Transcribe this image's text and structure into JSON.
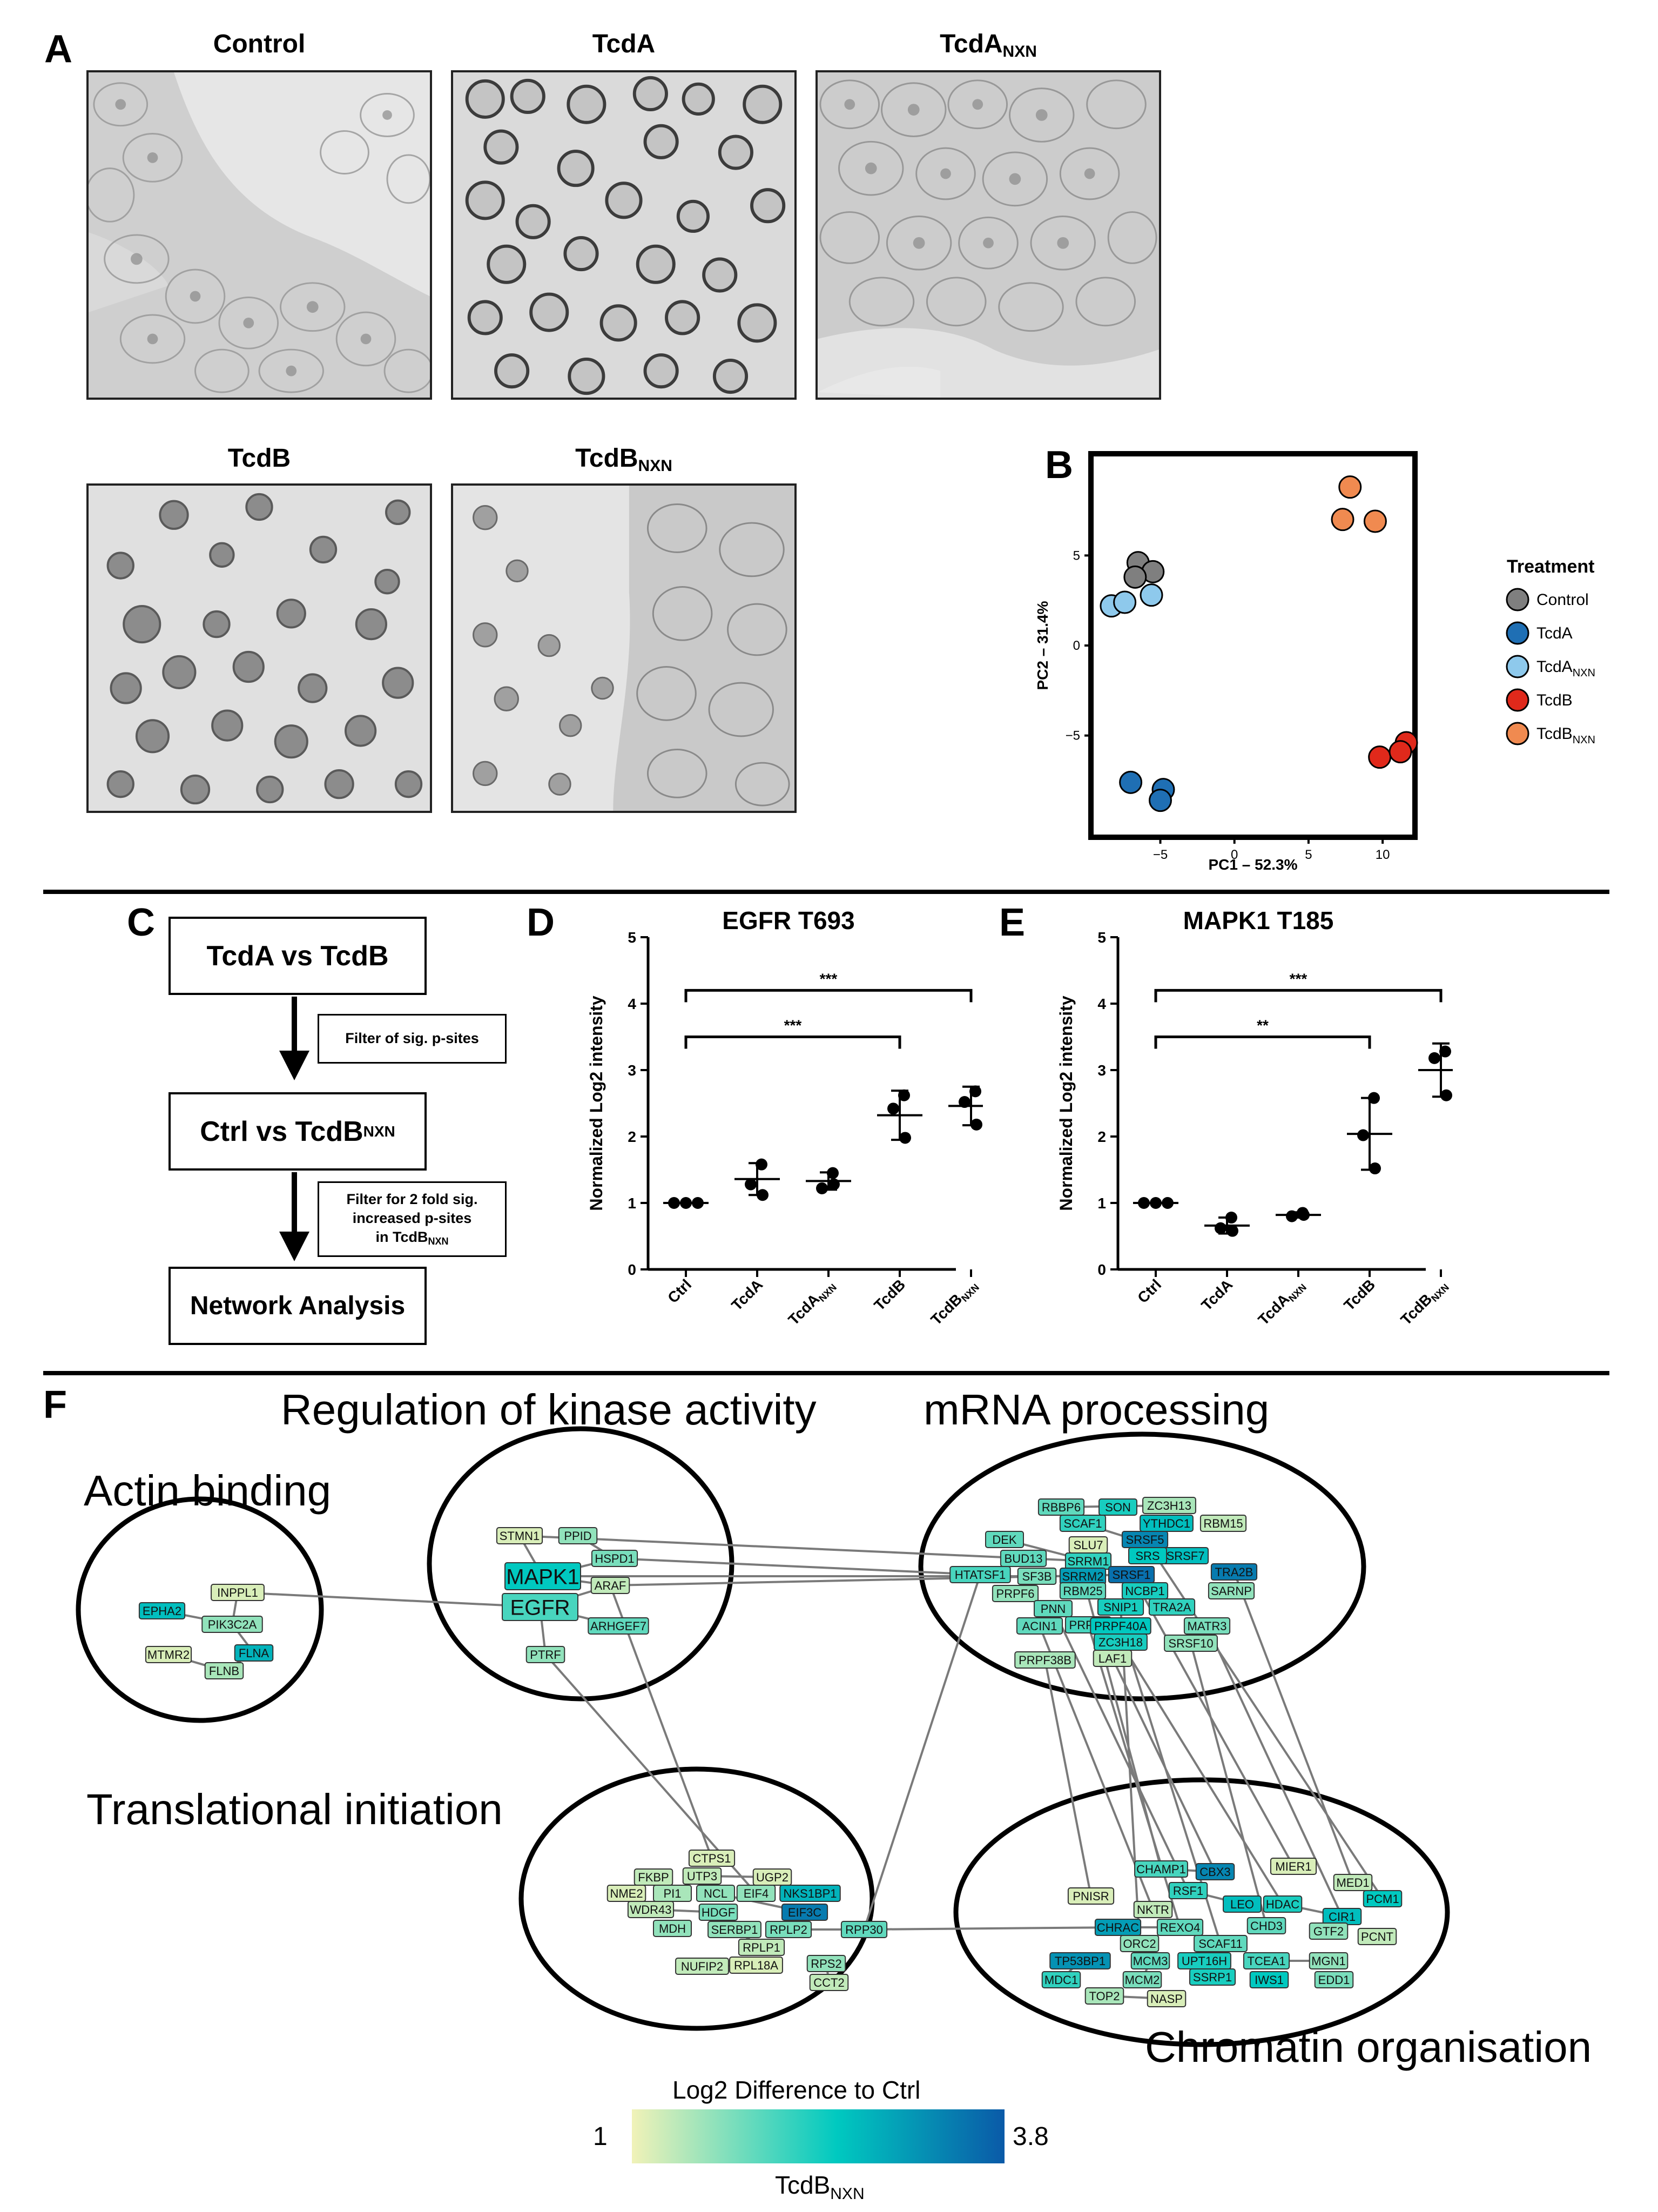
{
  "panel_labels": {
    "a": "A",
    "b": "B",
    "c": "C",
    "d": "D",
    "e": "E",
    "f": "F"
  },
  "micrographs": [
    {
      "id": "control",
      "title": "Control",
      "sub": ""
    },
    {
      "id": "tcda",
      "title": "TcdA",
      "sub": ""
    },
    {
      "id": "tcda_nxn",
      "title": "TcdA",
      "sub": "NXN"
    },
    {
      "id": "tcdb",
      "title": "TcdB",
      "sub": ""
    },
    {
      "id": "tcdb_nxn",
      "title": "TcdB",
      "sub": "NXN"
    }
  ],
  "pca": {
    "xlabel": "PC1 – 52.3%",
    "ylabel": "PC2 – 31.4%",
    "xticks": [
      "−5",
      "0",
      "5",
      "10"
    ],
    "yticks": [
      "5",
      "0",
      "−5"
    ],
    "legend_title": "Treatment",
    "legend": [
      {
        "label": "Control",
        "sub": "",
        "color": "#7f7f7f"
      },
      {
        "label": "TcdA",
        "sub": "",
        "color": "#1f6fb4"
      },
      {
        "label": "TcdA",
        "sub": "NXN",
        "color": "#8ec9ec"
      },
      {
        "label": "TcdB",
        "sub": "",
        "color": "#e0291b"
      },
      {
        "label": "TcdB",
        "sub": "NXN",
        "color": "#f08a50"
      }
    ]
  },
  "flow": {
    "box1": "TcdA vs TcdB",
    "filter1": "Filter of sig. p-sites",
    "box2": "Ctrl vs TcdB",
    "box2_sub": "NXN",
    "filter2_l1": "Filter for 2 fold sig.",
    "filter2_l2": "increased p-sites",
    "filter2_l3": "in TcdB",
    "filter2_sub": "NXN",
    "box3": "Network Analysis"
  },
  "chart_data": [
    {
      "type": "scatter",
      "panel": "D",
      "title": "EGFR T693",
      "ylabel": "Normalized Log2 intensity",
      "ylim": [
        0,
        5
      ],
      "yticks": [
        "0",
        "1",
        "2",
        "3",
        "4",
        "5"
      ],
      "categories": [
        "Ctrl",
        "TcdA",
        "TcdA_NXN",
        "TcdB",
        "TcdB_NXN"
      ],
      "category_labels": [
        {
          "t": "Ctrl",
          "s": ""
        },
        {
          "t": "TcdA",
          "s": ""
        },
        {
          "t": "TcdA",
          "s": "NXN"
        },
        {
          "t": "TcdB",
          "s": ""
        },
        {
          "t": "TcdB",
          "s": "NXN"
        }
      ],
      "points": [
        [
          1.0,
          1.0,
          1.0
        ],
        [
          1.58,
          1.28,
          1.12
        ],
        [
          1.45,
          1.22,
          1.28
        ],
        [
          2.62,
          2.42,
          1.98
        ],
        [
          2.68,
          2.52,
          2.18
        ]
      ],
      "means": [
        1.0,
        1.36,
        1.33,
        2.32,
        2.46
      ],
      "sd": [
        0.0,
        0.24,
        0.13,
        0.37,
        0.29
      ],
      "sig": [
        {
          "from": 0,
          "to": 3,
          "label": "***"
        },
        {
          "from": 0,
          "to": 4,
          "label": "***"
        }
      ]
    },
    {
      "type": "scatter",
      "panel": "E",
      "title": "MAPK1 T185",
      "ylabel": "Normalized Log2 intensity",
      "ylim": [
        0,
        5
      ],
      "yticks": [
        "0",
        "1",
        "2",
        "3",
        "4",
        "5"
      ],
      "categories": [
        "Ctrl",
        "TcdA",
        "TcdA_NXN",
        "TcdB",
        "TcdB_NXN"
      ],
      "category_labels": [
        {
          "t": "Ctrl",
          "s": ""
        },
        {
          "t": "TcdA",
          "s": ""
        },
        {
          "t": "TcdA",
          "s": "NXN"
        },
        {
          "t": "TcdB",
          "s": ""
        },
        {
          "t": "TcdB",
          "s": "NXN"
        }
      ],
      "points": [
        [
          1.0,
          1.0,
          1.0
        ],
        [
          0.78,
          0.62,
          0.58
        ],
        [
          0.85,
          0.8,
          0.82
        ],
        [
          2.58,
          2.02,
          1.52
        ],
        [
          3.28,
          3.18,
          2.62
        ]
      ],
      "means": [
        1.0,
        0.66,
        0.82,
        2.04,
        3.0
      ],
      "sd": [
        0.0,
        0.12,
        0.04,
        0.54,
        0.4
      ],
      "sig": [
        {
          "from": 0,
          "to": 3,
          "label": "**"
        },
        {
          "from": 0,
          "to": 4,
          "label": "***"
        }
      ]
    },
    {
      "type": "scatter",
      "panel": "B",
      "xlabel": "PC1 – 52.3%",
      "ylabel": "PC2 – 31.4%",
      "xlim": [
        -9.5,
        12
      ],
      "ylim": [
        -10.5,
        10.5
      ],
      "series": [
        {
          "name": "Control",
          "color": "#7f7f7f",
          "points": [
            [
              -6.5,
              4.6
            ],
            [
              -5.5,
              4.1
            ],
            [
              -6.7,
              3.8
            ]
          ]
        },
        {
          "name": "TcdA",
          "color": "#1f6fb4",
          "points": [
            [
              -7.0,
              -7.6
            ],
            [
              -4.8,
              -8.0
            ],
            [
              -5.0,
              -8.6
            ]
          ]
        },
        {
          "name": "TcdA_NXN",
          "color": "#8ec9ec",
          "points": [
            [
              -8.3,
              2.2
            ],
            [
              -7.4,
              2.4
            ],
            [
              -5.6,
              2.8
            ]
          ]
        },
        {
          "name": "TcdB",
          "color": "#e0291b",
          "points": [
            [
              9.8,
              -6.2
            ],
            [
              11.6,
              -5.4
            ],
            [
              11.2,
              -5.9
            ]
          ]
        },
        {
          "name": "TcdB_NXN",
          "color": "#f08a50",
          "points": [
            [
              7.8,
              8.8
            ],
            [
              7.3,
              7.0
            ],
            [
              9.5,
              6.9
            ]
          ]
        }
      ]
    }
  ],
  "network": {
    "clusters": [
      {
        "id": "actin",
        "title": "Actin binding"
      },
      {
        "id": "kinase",
        "title": "Regulation of kinase activity"
      },
      {
        "id": "mrna",
        "title": "mRNA processing"
      },
      {
        "id": "transl",
        "title": "Translational initiation"
      },
      {
        "id": "chromatin",
        "title": "Chromatin organisation"
      }
    ],
    "nodes": [
      {
        "label": "INPPL1",
        "c": 0.05
      },
      {
        "label": "EPHA2",
        "c": 0.55
      },
      {
        "label": "PIK3C2A",
        "c": 0.2
      },
      {
        "label": "MTMR2",
        "c": 0.05
      },
      {
        "label": "FLNA",
        "c": 0.6
      },
      {
        "label": "FLNB",
        "c": 0.15
      },
      {
        "label": "STMN1",
        "c": 0.05
      },
      {
        "label": "PPID",
        "c": 0.2
      },
      {
        "label": "HSPD1",
        "c": 0.25
      },
      {
        "label": "MAPK1",
        "c": 0.5
      },
      {
        "label": "ARAF",
        "c": 0.1
      },
      {
        "label": "EGFR",
        "c": 0.35
      },
      {
        "label": "ARHGEF7",
        "c": 0.3
      },
      {
        "label": "PTRF",
        "c": 0.2
      },
      {
        "label": "RBBP6",
        "c": 0.3
      },
      {
        "label": "SON",
        "c": 0.45
      },
      {
        "label": "ZC3H13",
        "c": 0.15
      },
      {
        "label": "SCAF1",
        "c": 0.4
      },
      {
        "label": "YTHDC1",
        "c": 0.55
      },
      {
        "label": "RBM15",
        "c": 0.1
      },
      {
        "label": "DEK",
        "c": 0.3
      },
      {
        "label": "SRSF5",
        "c": 0.8
      },
      {
        "label": "SRSF7",
        "c": 0.55
      },
      {
        "label": "BUD13",
        "c": 0.3
      },
      {
        "label": "SLU7",
        "c": 0.05
      },
      {
        "label": "SRRM1",
        "c": 0.4
      },
      {
        "label": "SRS",
        "c": 0.5
      },
      {
        "label": "HTATSF1",
        "c": 0.35
      },
      {
        "label": "SF3B",
        "c": 0.25
      },
      {
        "label": "SRRM2",
        "c": 0.7
      },
      {
        "label": "SRSF1",
        "c": 0.9
      },
      {
        "label": "TRA2B",
        "c": 0.85
      },
      {
        "label": "PRPF6",
        "c": 0.2
      },
      {
        "label": "RBM25",
        "c": 0.3
      },
      {
        "label": "NCBP1",
        "c": 0.45
      },
      {
        "label": "SARNP",
        "c": 0.2
      },
      {
        "label": "PNN",
        "c": 0.3
      },
      {
        "label": "SNIP1",
        "c": 0.45
      },
      {
        "label": "TRA2A",
        "c": 0.4
      },
      {
        "label": "ACIN1",
        "c": 0.3
      },
      {
        "label": "PRPF4",
        "c": 0.35
      },
      {
        "label": "PRPF40A",
        "c": 0.5
      },
      {
        "label": "MATR3",
        "c": 0.25
      },
      {
        "label": "ZC3H18",
        "c": 0.45
      },
      {
        "label": "SRSF10",
        "c": 0.2
      },
      {
        "label": "PRPF38B",
        "c": 0.15
      },
      {
        "label": "LAF1",
        "c": 0.1
      },
      {
        "label": "CTPS1",
        "c": 0.05
      },
      {
        "label": "FKBP",
        "c": 0.1
      },
      {
        "label": "UTP3",
        "c": 0.1
      },
      {
        "label": "UGP2",
        "c": 0.05
      },
      {
        "label": "NME2",
        "c": 0.05
      },
      {
        "label": "PI1",
        "c": 0.15
      },
      {
        "label": "NCL",
        "c": 0.2
      },
      {
        "label": "EIF4",
        "c": 0.2
      },
      {
        "label": "NKS1BP1",
        "c": 0.6
      },
      {
        "label": "EIF3C",
        "c": 0.85
      },
      {
        "label": "WDR43",
        "c": 0.1
      },
      {
        "label": "HDGF",
        "c": 0.25
      },
      {
        "label": "MDH",
        "c": 0.2
      },
      {
        "label": "SERBP1",
        "c": 0.2
      },
      {
        "label": "RPLP2",
        "c": 0.25
      },
      {
        "label": "RPP30",
        "c": 0.3
      },
      {
        "label": "RPLP1",
        "c": 0.1
      },
      {
        "label": "RPS2",
        "c": 0.2
      },
      {
        "label": "NUFIP2",
        "c": 0.1
      },
      {
        "label": "RPL18A",
        "c": 0.05
      },
      {
        "label": "CCT2",
        "c": 0.1
      },
      {
        "label": "CHAMP1",
        "c": 0.35
      },
      {
        "label": "CBX3",
        "c": 0.8
      },
      {
        "label": "MIER1",
        "c": 0.05
      },
      {
        "label": "MED1",
        "c": 0.1
      },
      {
        "label": "PCM1",
        "c": 0.5
      },
      {
        "label": "PNISR",
        "c": 0.05
      },
      {
        "label": "RSF1",
        "c": 0.4
      },
      {
        "label": "LEO",
        "c": 0.55
      },
      {
        "label": "HDAC",
        "c": 0.45
      },
      {
        "label": "CIR1",
        "c": 0.55
      },
      {
        "label": "NKTR",
        "c": 0.1
      },
      {
        "label": "CHRAC",
        "c": 0.7
      },
      {
        "label": "REXO4",
        "c": 0.3
      },
      {
        "label": "CHD3",
        "c": 0.3
      },
      {
        "label": "GTF2",
        "c": 0.2
      },
      {
        "label": "PCNT",
        "c": 0.1
      },
      {
        "label": "ORC2",
        "c": 0.2
      },
      {
        "label": "SCAF11",
        "c": 0.3
      },
      {
        "label": "TP53BP1",
        "c": 0.75
      },
      {
        "label": "MCM3",
        "c": 0.3
      },
      {
        "label": "UPT16H",
        "c": 0.45
      },
      {
        "label": "TCEA1",
        "c": 0.35
      },
      {
        "label": "MGN1",
        "c": 0.2
      },
      {
        "label": "MDC1",
        "c": 0.4
      },
      {
        "label": "MCM2",
        "c": 0.25
      },
      {
        "label": "SSRP1",
        "c": 0.45
      },
      {
        "label": "IWS1",
        "c": 0.5
      },
      {
        "label": "EDD1",
        "c": 0.25
      },
      {
        "label": "TOP2",
        "c": 0.15
      },
      {
        "label": "NASP",
        "c": 0.05
      }
    ],
    "colorbar": {
      "title": "Log2 Difference to Ctrl",
      "min_label": "1",
      "max_label": "3.8",
      "min": 1,
      "max": 3.8,
      "caption": "TcdB",
      "caption_sub": "NXN",
      "colors": [
        "#f1f2b8",
        "#00c9c0",
        "#0a5aa8"
      ]
    }
  }
}
